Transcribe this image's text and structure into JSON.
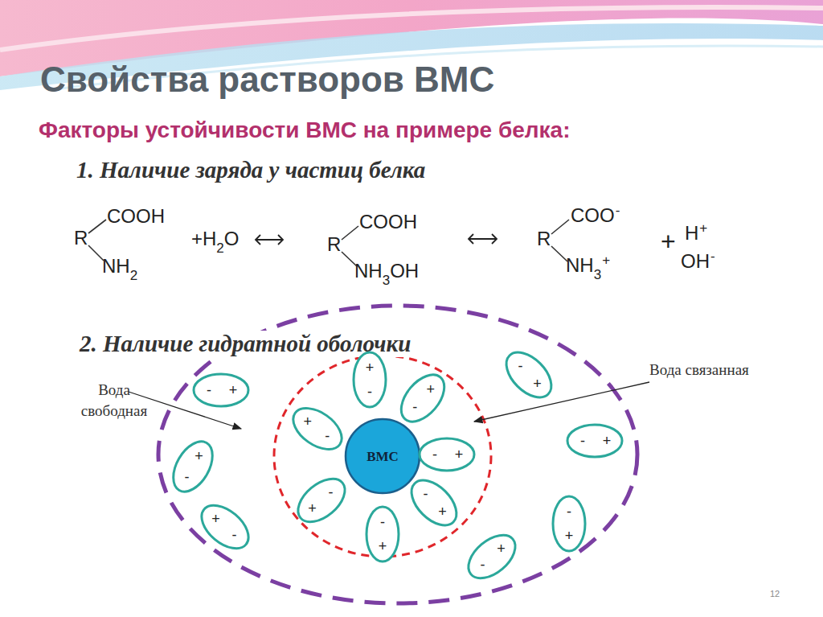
{
  "diagram": {
    "title": "Свойства растворов ВМС",
    "nodes": [
      {
        "text": [
          "ВМС"
        ]
      },
      {
        "text": [
          "-",
          "+"
        ]
      },
      {
        "text": [
          "+",
          "-"
        ]
      },
      {
        "text": [
          "+",
          "-"
        ]
      },
      {
        "text": [
          "-",
          "+"
        ]
      },
      {
        "text": [
          "-",
          "+"
        ]
      },
      {
        "text": [
          "-",
          "+"
        ]
      },
      {
        "text": [
          "-",
          "+"
        ]
      },
      {
        "text": [
          "+",
          "-"
        ]
      },
      {
        "text": [
          "+",
          "-"
        ]
      },
      {
        "text": [
          "-",
          "+"
        ]
      },
      {
        "text": [
          "-",
          "+"
        ]
      },
      {
        "text": [
          "-",
          "+"
        ]
      },
      {
        "text": [
          "+",
          "-"
        ]
      },
      {
        "text": [
          "+",
          "-"
        ]
      }
    ],
    "labels": [
      "Факторы устойчивости ВМС на примере белка:",
      "1. Наличие заряда у частиц белка",
      "R",
      "COOH",
      "NH",
      "2",
      "+H",
      "2",
      "O",
      "R",
      "COOH",
      "NH",
      "3",
      "OH",
      "R",
      "COO",
      "-",
      "NH",
      "3",
      "+",
      "+",
      "H",
      "+",
      "OH",
      "-",
      "2. Наличие гидратной оболочки",
      "Вода свободная",
      "Вода связанная",
      "12"
    ]
  }
}
